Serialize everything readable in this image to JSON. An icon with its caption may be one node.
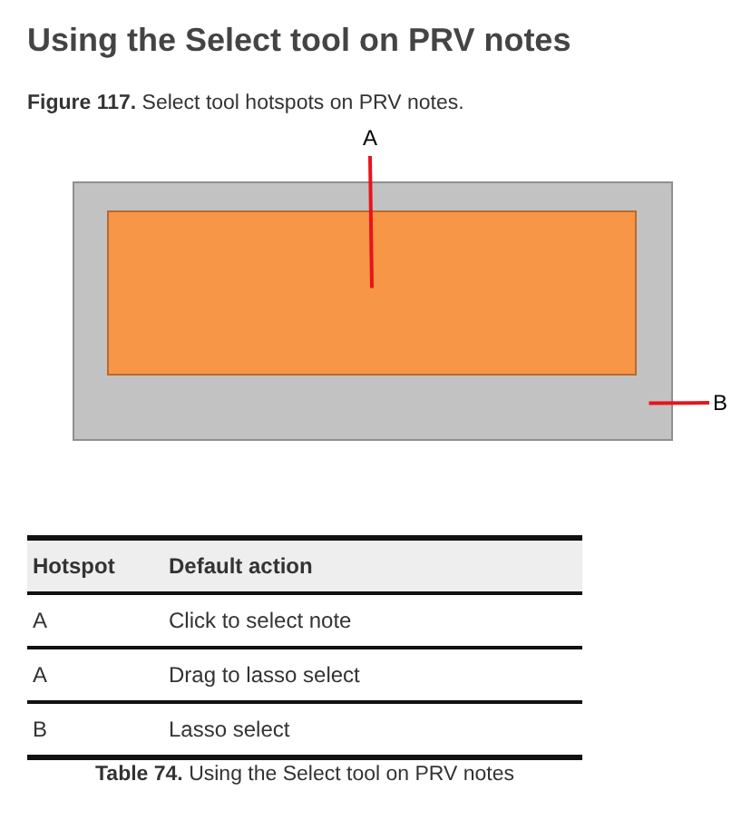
{
  "diagram": {
    "title": "Using the Select tool on PRV notes",
    "caption": "**Figure 117.** Select tool hotspots on PRV notes.",
    "nodes": [
      {
        "text": [],
        "shape": "box"
      },
      {
        "text": [],
        "shape": "box",
        "in": 0
      },
      {
        "text": [
          "A"
        ]
      },
      {
        "text": [
          "B"
        ]
      }
    ],
    "edges": [
      {
        "from": 2,
        "to": 1,
        "arrow": "none"
      },
      {
        "from": 3,
        "to": 0,
        "arrow": "none"
      }
    ],
    "labels": [
      "Hotspot",
      "Default action",
      "A",
      "Click to select note",
      "A",
      "Drag to lasso select",
      "B",
      "Lasso select",
      "**Table 74.** Using the Select tool on PRV notes"
    ]
  }
}
